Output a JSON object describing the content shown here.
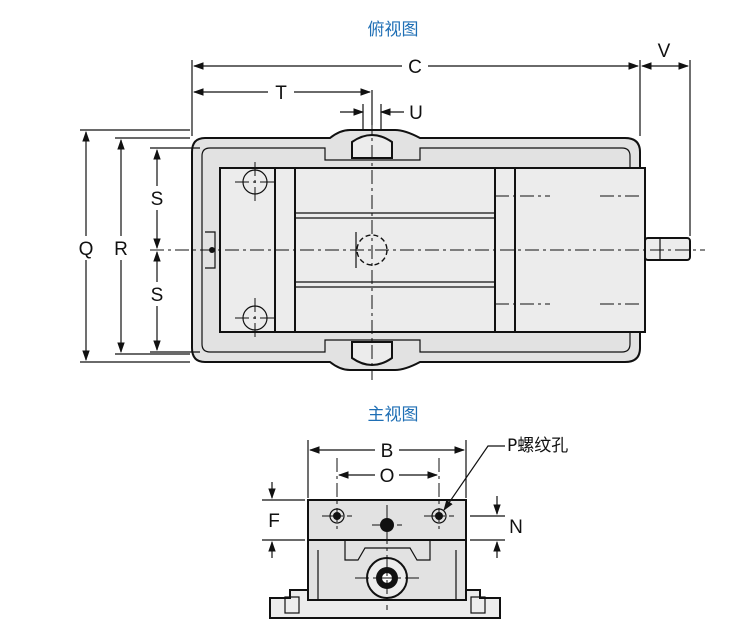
{
  "views": {
    "top_title": "俯视图",
    "front_title": "主视图"
  },
  "dimensions": {
    "C": "C",
    "V": "V",
    "T": "T",
    "U": "U",
    "Q": "Q",
    "R": "R",
    "S_upper": "S",
    "S_lower": "S",
    "B": "B",
    "O": "O",
    "F": "F",
    "N": "N"
  },
  "callouts": {
    "thread_hole": "P螺纹孔"
  }
}
